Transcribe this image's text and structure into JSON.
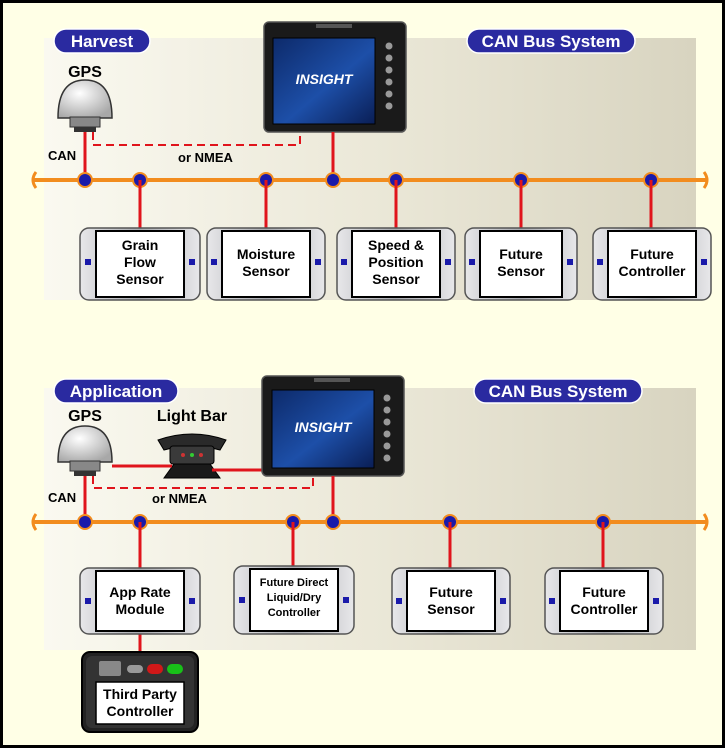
{
  "colors": {
    "frame": "#FFFFE6",
    "panel": "#E6E3D2",
    "bus": "#F28C1E",
    "drop": "#E0141C",
    "node": "#1A1AAA",
    "pill": "#2A2AA0",
    "text": "#000000"
  },
  "harvest": {
    "section_label": "Harvest",
    "bus_label": "CAN Bus System",
    "gps_label": "GPS",
    "can_label": "CAN",
    "nmea_label": "or NMEA",
    "display_brand": "INSIGHT",
    "modules": [
      {
        "lines": [
          "Grain",
          "Flow",
          "Sensor"
        ]
      },
      {
        "lines": [
          "Moisture",
          "Sensor"
        ]
      },
      {
        "lines": [
          "Speed &",
          "Position",
          "Sensor"
        ]
      },
      {
        "lines": [
          "Future",
          "Sensor"
        ]
      },
      {
        "lines": [
          "Future",
          "Controller"
        ]
      }
    ]
  },
  "application": {
    "section_label": "Application",
    "bus_label": "CAN Bus System",
    "gps_label": "GPS",
    "lightbar_label": "Light Bar",
    "can_label": "CAN",
    "nmea_label": "or NMEA",
    "display_brand": "INSIGHT",
    "modules": [
      {
        "lines": [
          "App Rate",
          "Module"
        ]
      },
      {
        "lines": [
          "Future Direct",
          "Liquid/Dry",
          "Controller"
        ]
      },
      {
        "lines": [
          "Future",
          "Sensor"
        ]
      },
      {
        "lines": [
          "Future",
          "Controller"
        ]
      }
    ],
    "third_party": {
      "lines": [
        "Third Party",
        "Controller"
      ]
    }
  }
}
